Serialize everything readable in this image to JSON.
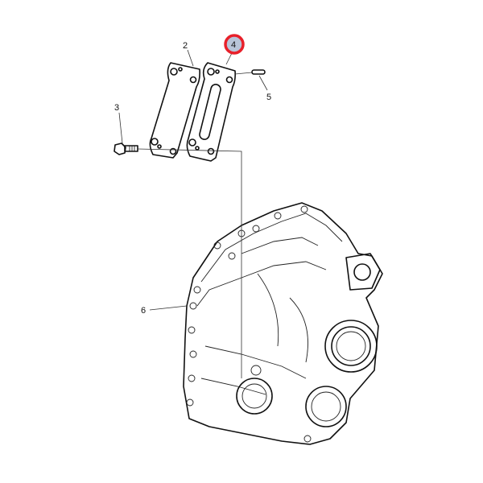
{
  "diagram": {
    "callouts": [
      {
        "id": "2",
        "label": "2"
      },
      {
        "id": "3",
        "label": "3"
      },
      {
        "id": "4",
        "label": "4",
        "highlighted": true
      },
      {
        "id": "5",
        "label": "5"
      },
      {
        "id": "6",
        "label": "6"
      }
    ],
    "colors": {
      "highlight_ring": "#e8202a",
      "highlight_fill": "#b8c4d8",
      "line": "#111111"
    }
  }
}
